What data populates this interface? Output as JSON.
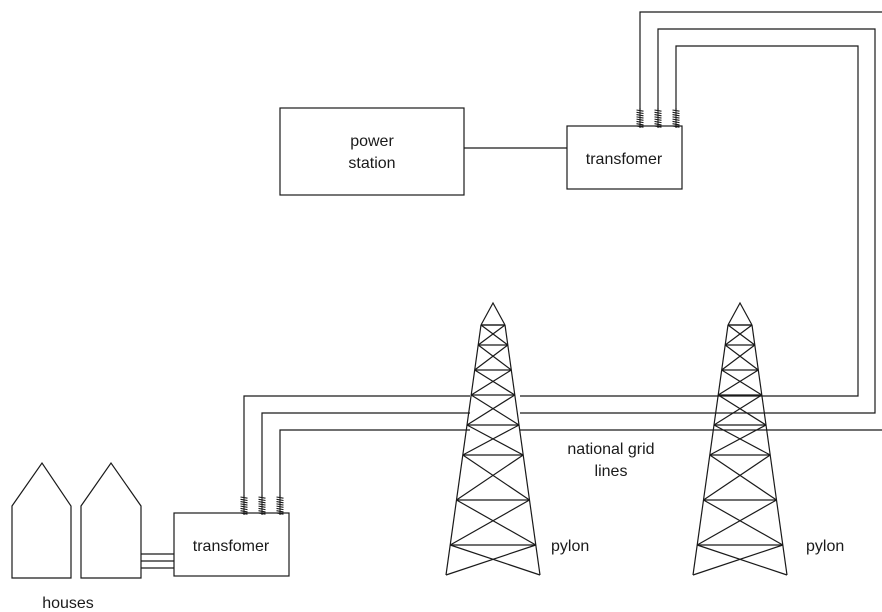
{
  "labels": {
    "power_station_line1": "power",
    "power_station_line2": "station",
    "transformer_top": "transfomer",
    "transformer_bottom": "transfomer",
    "houses": "houses",
    "national_grid_line1": "national grid",
    "national_grid_line2": "lines",
    "pylon_left": "pylon",
    "pylon_right": "pylon"
  },
  "colors": {
    "ink": "#1a1a1a",
    "background": "#ffffff"
  }
}
